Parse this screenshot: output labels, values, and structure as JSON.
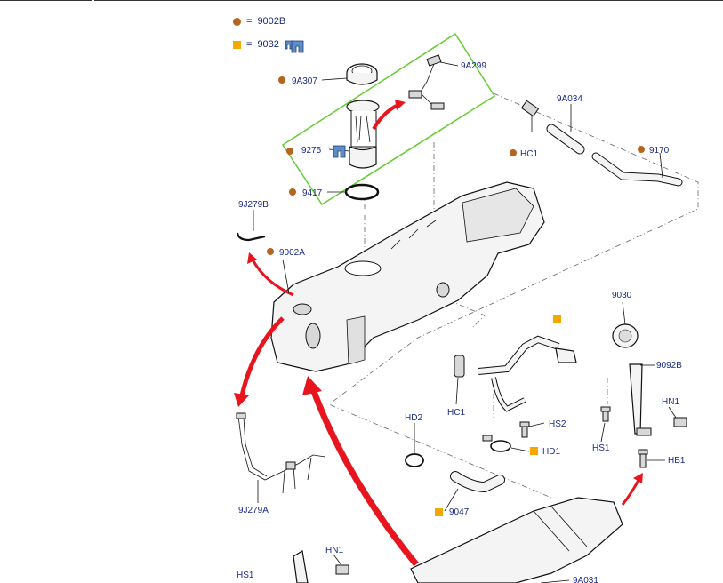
{
  "legend": {
    "bullet": {
      "code": "9002B",
      "symbol": "="
    },
    "square": {
      "code": "9032",
      "symbol": "="
    }
  },
  "colors": {
    "bullet": "#b5651d",
    "square": "#f5a800",
    "highlight_box": "#66cc33",
    "arrow": "#e8141e",
    "label": "#1a2a8a",
    "clip": "#5b8ec9"
  },
  "labels": {
    "l9A307": "9A307",
    "l9A299": "9A299",
    "l9A034": "9A034",
    "l9275": "9275",
    "lHC1a": "HC1",
    "l9170": "9170",
    "l9417": "9417",
    "l9J279B": "9J279B",
    "l9002A": "9002A",
    "l9030": "9030",
    "l9092B": "9092B",
    "lHC1b": "HC1",
    "lHD2": "HD2",
    "lHS2": "HS2",
    "lHD1": "HD1",
    "lHN1a": "HN1",
    "lHS1a": "HS1",
    "lHB1": "HB1",
    "l9J279A": "9J279A",
    "l9047": "9047",
    "lHN1b": "HN1",
    "lHS1b": "HS1",
    "l9A031": "9A031"
  }
}
